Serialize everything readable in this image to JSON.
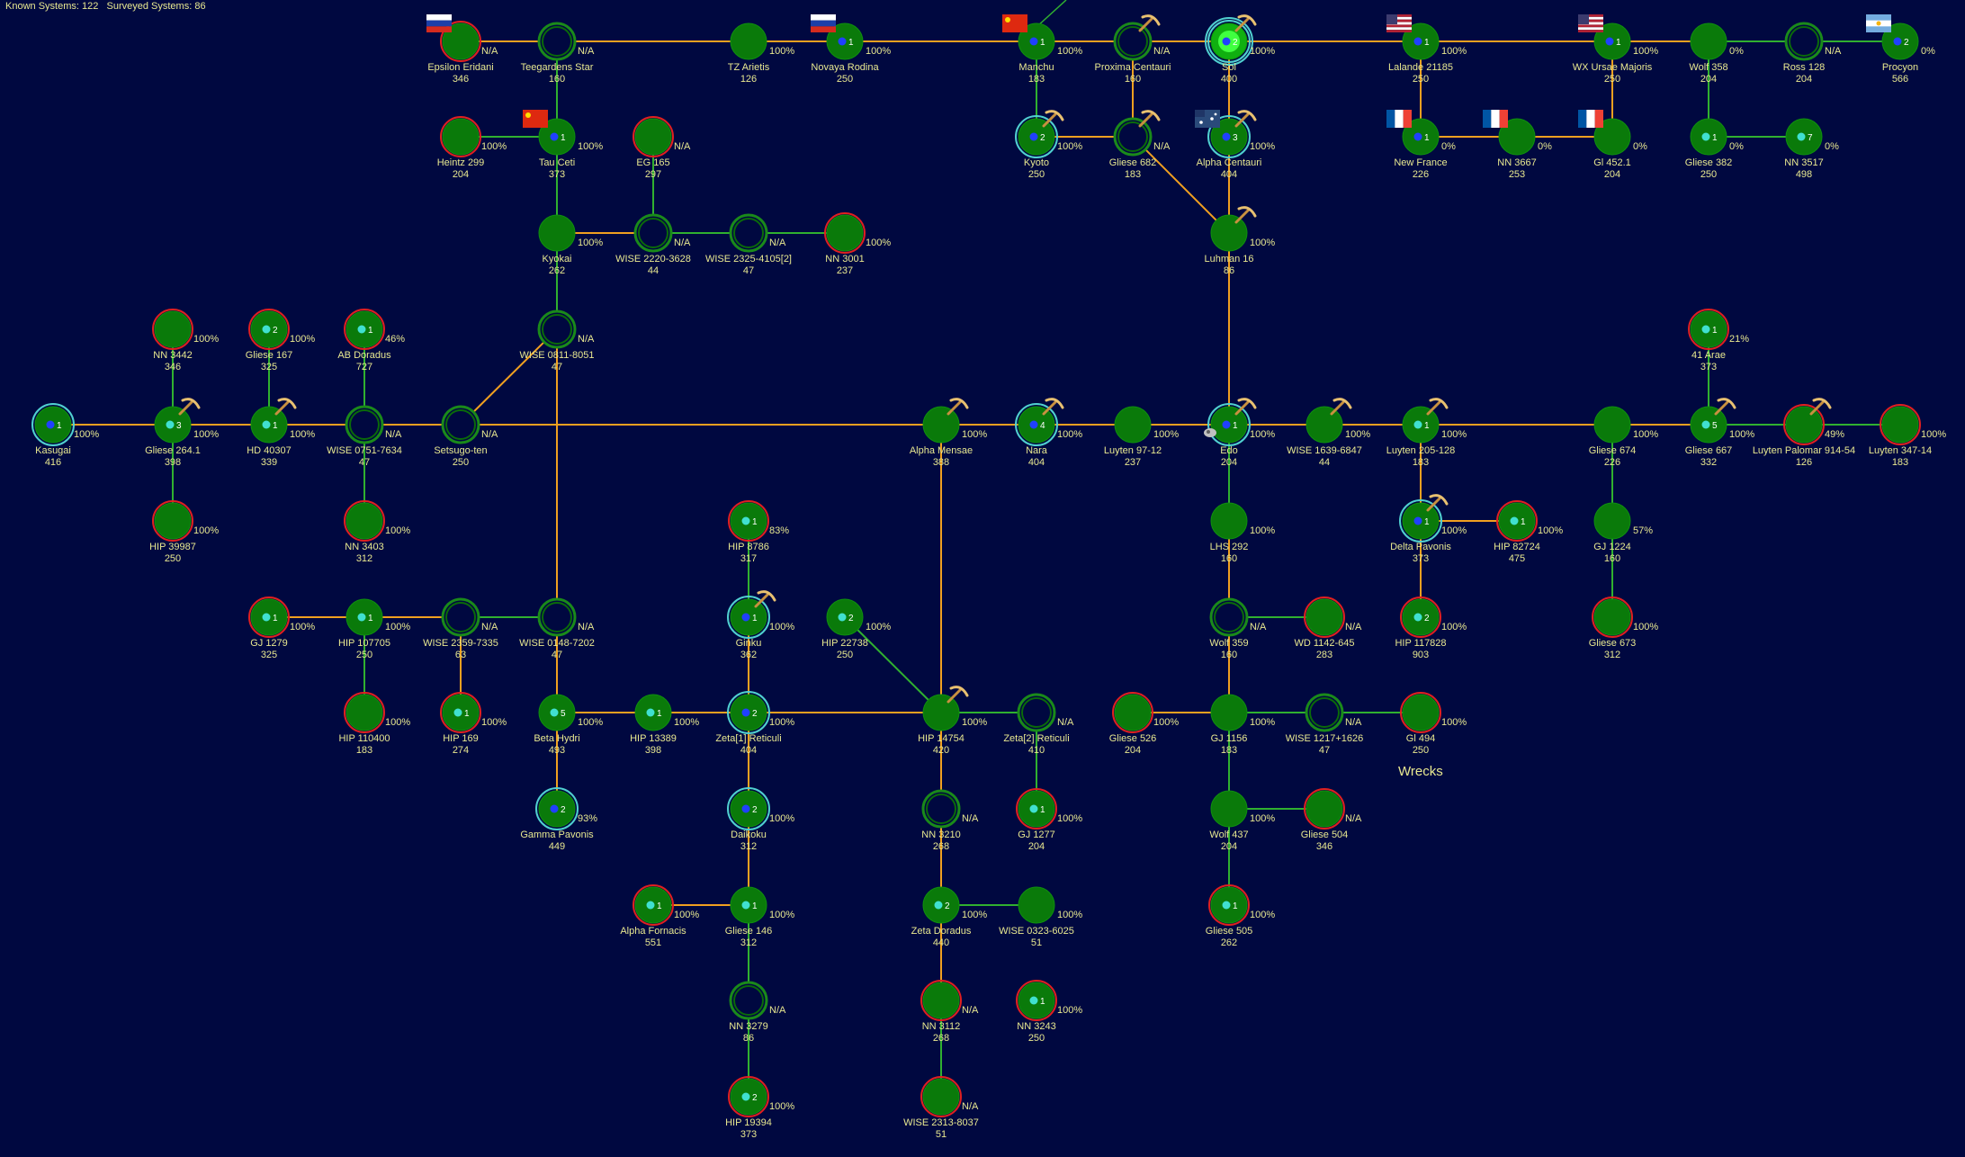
{
  "header": {
    "known_label": "Known Systems:",
    "known": "122",
    "surveyed_label": "Surveyed Systems:",
    "surveyed": "86"
  },
  "annotation": "Wrecks",
  "colors": {
    "background": "#000840",
    "body": "#0a7a0a",
    "route_orange": "#f0a020",
    "route_green": "#30b030",
    "ring_red": "#e02020",
    "ring_cyan": "#50d0d0",
    "text": "#e8e890"
  },
  "systems": [
    {
      "id": "epsilon-eridani",
      "name": "Epsilon Eridani",
      "value": "346",
      "pct": "N/A",
      "ring": "red",
      "count": "",
      "flag": "ru"
    },
    {
      "id": "teegardens-star",
      "name": "Teegardens Star",
      "value": "160",
      "pct": "N/A",
      "ring": "green",
      "count": ""
    },
    {
      "id": "tz-arietis",
      "name": "TZ Arietis",
      "value": "126",
      "pct": "100%",
      "ring": "",
      "count": ""
    },
    {
      "id": "novaya-rodina",
      "name": "Novaya Rodina",
      "value": "250",
      "pct": "100%",
      "ring": "",
      "count": "1",
      "flag": "ru"
    },
    {
      "id": "manchu",
      "name": "Manchu",
      "value": "183",
      "pct": "100%",
      "ring": "",
      "count": "1",
      "flag": "cn"
    },
    {
      "id": "proxima-centauri",
      "name": "Proxima Centauri",
      "value": "160",
      "pct": "N/A",
      "ring": "green",
      "count": "",
      "pick": true
    },
    {
      "id": "sol",
      "name": "Sol",
      "value": "400",
      "pct": "100%",
      "ring": "cyan",
      "count": "2",
      "pick": true
    },
    {
      "id": "lalande-21185",
      "name": "Lalande 21185",
      "value": "250",
      "pct": "100%",
      "ring": "",
      "count": "1",
      "flag": "us"
    },
    {
      "id": "wx-ursae-majoris",
      "name": "WX Ursae Majoris",
      "value": "250",
      "pct": "100%",
      "ring": "",
      "count": "1",
      "flag": "us"
    },
    {
      "id": "wolf-358",
      "name": "Wolf 358",
      "value": "204",
      "pct": "0%",
      "ring": "",
      "count": ""
    },
    {
      "id": "ross-128",
      "name": "Ross 128",
      "value": "204",
      "pct": "N/A",
      "ring": "green",
      "count": ""
    },
    {
      "id": "procyon",
      "name": "Procyon",
      "value": "566",
      "pct": "0%",
      "ring": "",
      "count": "2",
      "flag": "ar"
    },
    {
      "id": "heintz-299",
      "name": "Heintz 299",
      "value": "204",
      "pct": "100%",
      "ring": "red",
      "count": ""
    },
    {
      "id": "tau-ceti",
      "name": "Tau Ceti",
      "value": "373",
      "pct": "100%",
      "ring": "",
      "count": "1",
      "flag": "cn"
    },
    {
      "id": "eg-165",
      "name": "EG 165",
      "value": "297",
      "pct": "N/A",
      "ring": "red",
      "count": ""
    },
    {
      "id": "kyoto",
      "name": "Kyoto",
      "value": "250",
      "pct": "100%",
      "ring": "cyan",
      "count": "2",
      "pick": true
    },
    {
      "id": "gliese-682",
      "name": "Gliese 682",
      "value": "183",
      "pct": "N/A",
      "ring": "green",
      "count": "",
      "pick": true
    },
    {
      "id": "alpha-centauri",
      "name": "Alpha Centauri",
      "value": "404",
      "pct": "100%",
      "ring": "cyan",
      "count": "3",
      "flag": "au",
      "pick": true
    },
    {
      "id": "new-france",
      "name": "New France",
      "value": "226",
      "pct": "0%",
      "ring": "",
      "count": "1",
      "flag": "fr"
    },
    {
      "id": "nn-3667",
      "name": "NN 3667",
      "value": "253",
      "pct": "0%",
      "ring": "",
      "count": "",
      "flag": "fr"
    },
    {
      "id": "gl-452-1",
      "name": "Gl 452.1",
      "value": "204",
      "pct": "0%",
      "ring": "",
      "count": "",
      "flag": "fr"
    },
    {
      "id": "gliese-382",
      "name": "Gliese 382",
      "value": "250",
      "pct": "0%",
      "ring": "",
      "count": "1"
    },
    {
      "id": "nn-3517",
      "name": "NN 3517",
      "value": "498",
      "pct": "0%",
      "ring": "",
      "count": "7"
    },
    {
      "id": "kyokai",
      "name": "Kyokai",
      "value": "262",
      "pct": "100%",
      "ring": "",
      "count": ""
    },
    {
      "id": "wise-2220-3628",
      "name": "WISE 2220-3628",
      "value": "44",
      "pct": "N/A",
      "ring": "green",
      "count": ""
    },
    {
      "id": "wise-2325-4105",
      "name": "WISE 2325-4105[2]",
      "value": "47",
      "pct": "N/A",
      "ring": "green",
      "count": ""
    },
    {
      "id": "nn-3001",
      "name": "NN 3001",
      "value": "237",
      "pct": "100%",
      "ring": "red",
      "count": ""
    },
    {
      "id": "luhman-16",
      "name": "Luhman 16",
      "value": "86",
      "pct": "100%",
      "ring": "",
      "count": "",
      "pick": true
    },
    {
      "id": "nn-3442",
      "name": "NN 3442",
      "value": "346",
      "pct": "100%",
      "ring": "red",
      "count": ""
    },
    {
      "id": "gliese-167",
      "name": "Gliese 167",
      "value": "325",
      "pct": "100%",
      "ring": "red",
      "count": "2"
    },
    {
      "id": "ab-doradus",
      "name": "AB Doradus",
      "value": "727",
      "pct": "46%",
      "ring": "red",
      "count": "1"
    },
    {
      "id": "wise-0811-8051",
      "name": "WISE 0811-8051",
      "value": "47",
      "pct": "N/A",
      "ring": "green",
      "count": ""
    },
    {
      "id": "41-arae",
      "name": "41 Arae",
      "value": "373",
      "pct": "21%",
      "ring": "red",
      "count": "1"
    },
    {
      "id": "kasugai",
      "name": "Kasugai",
      "value": "416",
      "pct": "100%",
      "ring": "cyan",
      "count": "1"
    },
    {
      "id": "gliese-264-1",
      "name": "Gliese 264.1",
      "value": "398",
      "pct": "100%",
      "ring": "",
      "count": "3",
      "pick": true
    },
    {
      "id": "hd-40307",
      "name": "HD 40307",
      "value": "339",
      "pct": "100%",
      "ring": "",
      "count": "1",
      "pick": true
    },
    {
      "id": "wise-0751-7634",
      "name": "WISE 0751-7634",
      "value": "47",
      "pct": "N/A",
      "ring": "green",
      "count": ""
    },
    {
      "id": "setsugo-ten",
      "name": "Setsugo-ten",
      "value": "250",
      "pct": "N/A",
      "ring": "green",
      "count": ""
    },
    {
      "id": "alpha-mensae",
      "name": "Alpha Mensae",
      "value": "388",
      "pct": "100%",
      "ring": "",
      "count": "",
      "pick": true
    },
    {
      "id": "nara",
      "name": "Nara",
      "value": "404",
      "pct": "100%",
      "ring": "cyan",
      "count": "4",
      "pick": true
    },
    {
      "id": "luyten-97-12",
      "name": "Luyten 97-12",
      "value": "237",
      "pct": "100%",
      "ring": "",
      "count": ""
    },
    {
      "id": "edo",
      "name": "Edo",
      "value": "204",
      "pct": "100%",
      "ring": "cyan",
      "count": "1",
      "pick": true
    },
    {
      "id": "wise-1639-6847",
      "name": "WISE 1639-6847",
      "value": "44",
      "pct": "100%",
      "ring": "",
      "count": "",
      "pick": true
    },
    {
      "id": "luyten-205-128",
      "name": "Luyten 205-128",
      "value": "183",
      "pct": "100%",
      "ring": "",
      "count": "1",
      "pick": true
    },
    {
      "id": "gliese-674",
      "name": "Gliese 674",
      "value": "226",
      "pct": "100%",
      "ring": "",
      "count": ""
    },
    {
      "id": "gliese-667",
      "name": "Gliese 667",
      "value": "332",
      "pct": "100%",
      "ring": "",
      "count": "5",
      "pick": true
    },
    {
      "id": "luyten-palomar-914-54",
      "name": "Luyten Palomar 914-54",
      "value": "126",
      "pct": "49%",
      "ring": "red",
      "count": "",
      "pick": true
    },
    {
      "id": "luyten-347-14",
      "name": "Luyten 347-14",
      "value": "183",
      "pct": "100%",
      "ring": "red",
      "count": ""
    },
    {
      "id": "hip-39987",
      "name": "HIP 39987",
      "value": "250",
      "pct": "100%",
      "ring": "red",
      "count": ""
    },
    {
      "id": "nn-3403",
      "name": "NN 3403",
      "value": "312",
      "pct": "100%",
      "ring": "red",
      "count": ""
    },
    {
      "id": "hip-8786",
      "name": "HIP 8786",
      "value": "317",
      "pct": "83%",
      "ring": "red",
      "count": "1"
    },
    {
      "id": "lhs-292",
      "name": "LHS 292",
      "value": "160",
      "pct": "100%",
      "ring": "",
      "count": ""
    },
    {
      "id": "delta-pavonis",
      "name": "Delta Pavonis",
      "value": "373",
      "pct": "100%",
      "ring": "cyan",
      "count": "1",
      "pick": true
    },
    {
      "id": "hip-82724",
      "name": "HIP 82724",
      "value": "475",
      "pct": "100%",
      "ring": "red",
      "count": "1"
    },
    {
      "id": "gj-1224",
      "name": "GJ 1224",
      "value": "160",
      "pct": "57%",
      "ring": "",
      "count": ""
    },
    {
      "id": "gj-1279",
      "name": "GJ 1279",
      "value": "325",
      "pct": "100%",
      "ring": "red",
      "count": "1"
    },
    {
      "id": "hip-107705",
      "name": "HIP 107705",
      "value": "250",
      "pct": "100%",
      "ring": "",
      "count": "1"
    },
    {
      "id": "wise-2359-7335",
      "name": "WISE 2359-7335",
      "value": "63",
      "pct": "N/A",
      "ring": "green",
      "count": ""
    },
    {
      "id": "wise-0148-7202",
      "name": "WISE 0148-7202",
      "value": "47",
      "pct": "N/A",
      "ring": "green",
      "count": ""
    },
    {
      "id": "ginku",
      "name": "Ginku",
      "value": "362",
      "pct": "100%",
      "ring": "cyan",
      "count": "1",
      "pick": true
    },
    {
      "id": "hip-22738",
      "name": "HIP 22738",
      "value": "250",
      "pct": "100%",
      "ring": "",
      "count": "2"
    },
    {
      "id": "wolf-359",
      "name": "Wolf 359",
      "value": "160",
      "pct": "N/A",
      "ring": "green",
      "count": ""
    },
    {
      "id": "wd-1142-645",
      "name": "WD 1142-645",
      "value": "283",
      "pct": "N/A",
      "ring": "red",
      "count": ""
    },
    {
      "id": "hip-117828",
      "name": "HIP 117828",
      "value": "903",
      "pct": "100%",
      "ring": "red",
      "count": "2"
    },
    {
      "id": "gliese-673",
      "name": "Gliese 673",
      "value": "312",
      "pct": "100%",
      "ring": "red",
      "count": ""
    },
    {
      "id": "hip-110400",
      "name": "HIP 110400",
      "value": "183",
      "pct": "100%",
      "ring": "red",
      "count": ""
    },
    {
      "id": "hip-169",
      "name": "HIP 169",
      "value": "274",
      "pct": "100%",
      "ring": "red",
      "count": "1"
    },
    {
      "id": "beta-hydri",
      "name": "Beta Hydri",
      "value": "493",
      "pct": "100%",
      "ring": "",
      "count": "5"
    },
    {
      "id": "hip-13389",
      "name": "HIP 13389",
      "value": "398",
      "pct": "100%",
      "ring": "",
      "count": "1"
    },
    {
      "id": "zeta1-reticuli",
      "name": "Zeta[1] Reticuli",
      "value": "404",
      "pct": "100%",
      "ring": "cyan",
      "count": "2"
    },
    {
      "id": "hip-14754",
      "name": "HIP 14754",
      "value": "420",
      "pct": "100%",
      "ring": "",
      "count": "",
      "pick": true
    },
    {
      "id": "zeta2-reticuli",
      "name": "Zeta[2] Reticuli",
      "value": "410",
      "pct": "N/A",
      "ring": "green",
      "count": ""
    },
    {
      "id": "gliese-526",
      "name": "Gliese 526",
      "value": "204",
      "pct": "100%",
      "ring": "red",
      "count": ""
    },
    {
      "id": "gj-1156",
      "name": "GJ 1156",
      "value": "183",
      "pct": "100%",
      "ring": "",
      "count": ""
    },
    {
      "id": "wise-1217-1626",
      "name": "WISE 1217+1626",
      "value": "47",
      "pct": "N/A",
      "ring": "green",
      "count": ""
    },
    {
      "id": "gl-494",
      "name": "Gl 494",
      "value": "250",
      "pct": "100%",
      "ring": "red",
      "count": ""
    },
    {
      "id": "gamma-pavonis",
      "name": "Gamma Pavonis",
      "value": "449",
      "pct": "93%",
      "ring": "cyan",
      "count": "2"
    },
    {
      "id": "daikoku",
      "name": "Daikoku",
      "value": "312",
      "pct": "100%",
      "ring": "cyan",
      "count": "2"
    },
    {
      "id": "nn-3210",
      "name": "NN 3210",
      "value": "268",
      "pct": "N/A",
      "ring": "green",
      "count": ""
    },
    {
      "id": "gj-1277",
      "name": "GJ 1277",
      "value": "204",
      "pct": "100%",
      "ring": "red",
      "count": "1"
    },
    {
      "id": "wolf-437",
      "name": "Wolf 437",
      "value": "204",
      "pct": "100%",
      "ring": "",
      "count": ""
    },
    {
      "id": "gliese-504",
      "name": "Gliese 504",
      "value": "346",
      "pct": "N/A",
      "ring": "red",
      "count": ""
    },
    {
      "id": "alpha-fornacis",
      "name": "Alpha Fornacis",
      "value": "551",
      "pct": "100%",
      "ring": "red",
      "count": "1"
    },
    {
      "id": "gliese-146",
      "name": "Gliese 146",
      "value": "312",
      "pct": "100%",
      "ring": "",
      "count": "1"
    },
    {
      "id": "zeta-doradus",
      "name": "Zeta Doradus",
      "value": "440",
      "pct": "100%",
      "ring": "",
      "count": "2"
    },
    {
      "id": "wise-0323-6025",
      "name": "WISE 0323-6025",
      "value": "51",
      "pct": "100%",
      "ring": "",
      "count": ""
    },
    {
      "id": "gliese-505",
      "name": "Gliese 505",
      "value": "262",
      "pct": "100%",
      "ring": "red",
      "count": "1"
    },
    {
      "id": "nn-3279",
      "name": "NN 3279",
      "value": "86",
      "pct": "N/A",
      "ring": "green",
      "count": ""
    },
    {
      "id": "nn-3112",
      "name": "NN 3112",
      "value": "268",
      "pct": "N/A",
      "ring": "red",
      "count": ""
    },
    {
      "id": "nn-3243",
      "name": "NN 3243",
      "value": "250",
      "pct": "100%",
      "ring": "red",
      "count": "1"
    },
    {
      "id": "hip-19394",
      "name": "HIP 19394",
      "value": "373",
      "pct": "100%",
      "ring": "red",
      "count": "2"
    },
    {
      "id": "wise-2313-8037",
      "name": "WISE 2313-8037",
      "value": "51",
      "pct": "N/A",
      "ring": "red",
      "count": ""
    }
  ]
}
